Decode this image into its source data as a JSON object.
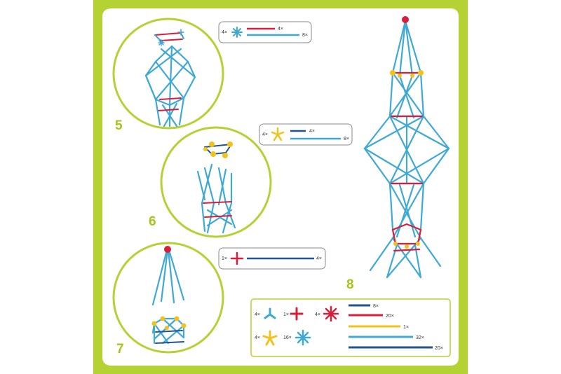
{
  "colors": {
    "frame": "#b4d234",
    "circle_stroke": "#b4d234",
    "box_stroke": "#b4d234",
    "blue_light": "#3fa9d6",
    "blue_dark": "#22548f",
    "red": "#d71f3c",
    "yellow": "#f1c21b"
  },
  "steps": [
    {
      "number": "5",
      "parts": [
        {
          "icon": "connector-6-light-blue-icon",
          "qty": "4×"
        },
        {
          "icon": "rod-red-icon",
          "qty": "4×"
        },
        {
          "icon": "rod-light-blue-long-icon",
          "qty": "8×"
        }
      ]
    },
    {
      "number": "6",
      "parts": [
        {
          "icon": "connector-5-yellow-icon",
          "qty": "4×"
        },
        {
          "icon": "rod-dark-blue-short-icon",
          "qty": "4×"
        },
        {
          "icon": "rod-light-blue-long-icon",
          "qty": "8×"
        }
      ]
    },
    {
      "number": "7",
      "parts": [
        {
          "icon": "connector-4-red-icon",
          "qty": "1×"
        },
        {
          "icon": "rod-dark-blue-long-icon",
          "qty": "4×"
        }
      ]
    },
    {
      "number": "8"
    }
  ],
  "inventory": [
    {
      "icon": "connector-3-light-blue-icon",
      "qty": "4×"
    },
    {
      "icon": "connector-4-red-icon",
      "qty": "1×"
    },
    {
      "icon": "connector-8-red-icon",
      "qty": "4×"
    },
    {
      "icon": "connector-5-yellow-icon",
      "qty": "4×"
    },
    {
      "icon": "connector-6-light-blue-icon",
      "qty": "16×"
    },
    {
      "icon": "rod-dark-blue-short-icon",
      "qty": "8×"
    },
    {
      "icon": "rod-red-icon",
      "qty": "20×"
    },
    {
      "icon": "rod-yellow-icon",
      "qty": "1×"
    },
    {
      "icon": "rod-light-blue-long-icon",
      "qty": "32×"
    },
    {
      "icon": "rod-dark-blue-long-icon",
      "qty": "20×"
    }
  ]
}
